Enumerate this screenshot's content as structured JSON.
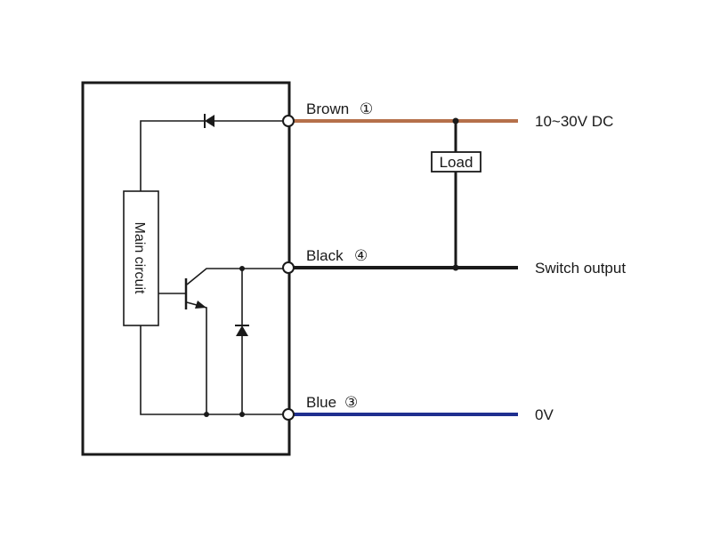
{
  "diagram": {
    "type": "wiring-diagram",
    "wires": [
      {
        "label": "Brown",
        "terminal": "①",
        "signal": "10~30V DC",
        "color": "#b5704a"
      },
      {
        "label": "Black",
        "terminal": "④",
        "signal": "Switch output",
        "color": "#1a1a1a"
      },
      {
        "label": "Blue",
        "terminal": "③",
        "signal": "0V",
        "color": "#1f2f8f"
      }
    ],
    "load_label": "Load",
    "main_circuit_label": "Main circuit",
    "line_color": "#1a1a1a"
  }
}
